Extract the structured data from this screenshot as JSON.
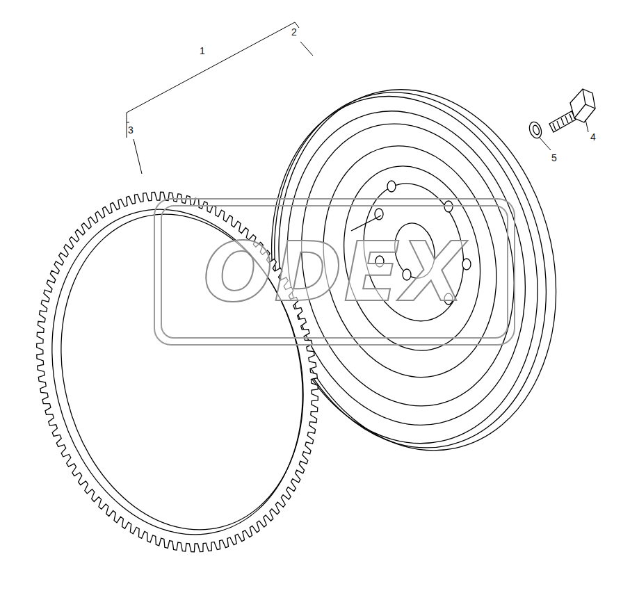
{
  "diagram": {
    "labels": [
      "1",
      "2",
      "3",
      "4",
      "5",
      "ODEX"
    ]
  }
}
